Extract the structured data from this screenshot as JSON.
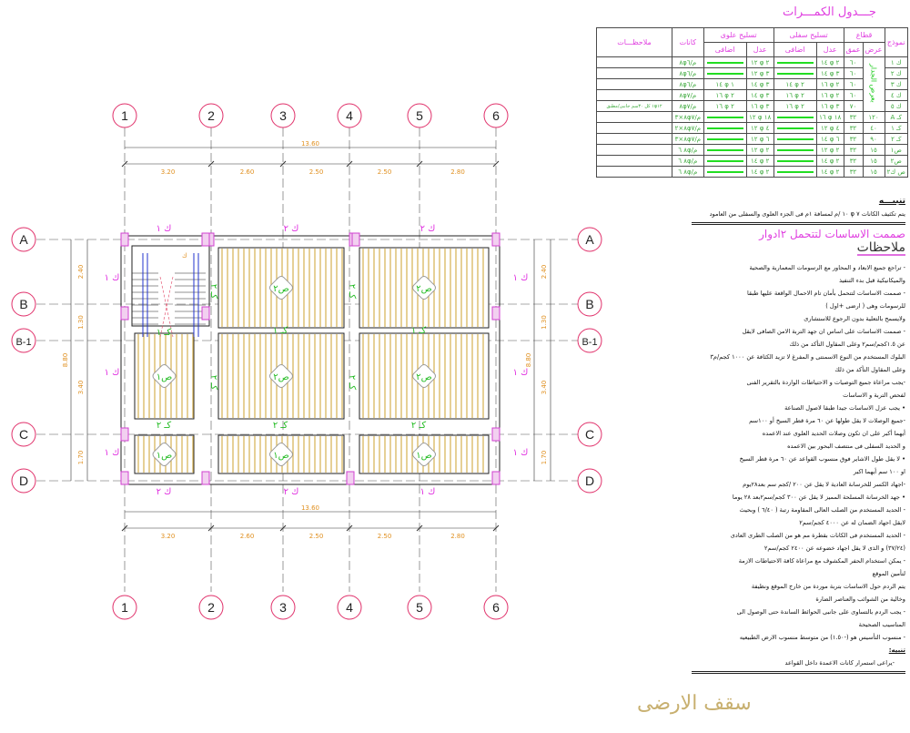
{
  "axes": {
    "columns": [
      "1",
      "2",
      "3",
      "4",
      "5",
      "6"
    ],
    "rows": [
      "A",
      "B",
      "B-1",
      "C",
      "D"
    ]
  },
  "dimensions": {
    "horizontal": [
      "3.20",
      "2.60",
      "2.50",
      "2.50",
      "2.80"
    ],
    "horizontal_total": "13.60",
    "vertical": [
      "2.40",
      "1.30",
      "3.40",
      "1.70"
    ],
    "vertical_total": "8.80"
  },
  "beam_labels": [
    "ك ١",
    "ك ٢",
    "ك ٢",
    "ك ١",
    "ك ١",
    "ك ٢",
    "ك ٢",
    "ك ١",
    "ك ١",
    "ك ١",
    "ك ١",
    "ك ١",
    "كـ ١",
    "كـ ١",
    "كـ ١",
    "كـ ٢",
    "كـ ٢",
    "كـ ٢",
    "كـ ٢",
    "كـ ٢",
    "كـ ٢",
    "كـ ٢"
  ],
  "slab_labels": [
    "ص٢",
    "ص٢",
    "ص١",
    "ص٢",
    "ص٢",
    "ص١",
    "ص١",
    "ص١"
  ],
  "stair_label": "ك",
  "table": {
    "title": "جـــدول الكمـــرات",
    "headers": {
      "model": "نموذج",
      "section": "قطاع",
      "width": "عرض",
      "depth": "عمق",
      "bottom": "تسليح سفلى",
      "top": "تسليح علوى",
      "straight": "عدل",
      "extra": "اضافى",
      "stirrups": "كانات",
      "notes": "ملاحظـــات"
    },
    "wall_width": "بعرض الجدار",
    "rows": [
      {
        "model": "ك ١",
        "width": "",
        "depth": "٦٠",
        "b_str": "٢ φ ١٤",
        "b_ext": "",
        "t_str": "٢ φ ١٢",
        "t_ext": "",
        "stir": "م/٨φ٦",
        "note": ""
      },
      {
        "model": "ك ٢",
        "width": "",
        "depth": "٦٠",
        "b_str": "٣ φ ١٤",
        "b_ext": "",
        "t_str": "٣ φ ١٢",
        "t_ext": "",
        "stir": "م/٨φ٦",
        "note": ""
      },
      {
        "model": "ك ٣",
        "width": "",
        "depth": "٦٠",
        "b_str": "٢ φ ١٦",
        "b_ext": "٢ φ ١٤",
        "t_str": "٣ φ ١٤",
        "t_ext": "١ φ ١٤",
        "stir": "م/٨φ٦",
        "note": ""
      },
      {
        "model": "ك ٤",
        "width": "",
        "depth": "٦٠",
        "b_str": "٢ φ ١٦",
        "b_ext": "٢ φ ١٦",
        "t_str": "٣ φ ١٤",
        "t_ext": "٢ φ ١٦",
        "stir": "م/٨φ٧",
        "note": ""
      },
      {
        "model": "ك ٥",
        "width": "",
        "depth": "٧٠",
        "b_str": "٣ φ ١٦",
        "b_ext": "٢ φ ١٦",
        "t_str": "٣ φ ١٦",
        "t_ext": "٢ φ ١٦",
        "stir": "م/٨φ٧",
        "note": "١φ١٢ كل ٣٠سم جانبى/مطبق"
      },
      {
        "model": "كـ A",
        "width": "١٢٠",
        "depth": "٣٢",
        "b_str": "١٨ φ ١٦",
        "b_ext": "",
        "t_str": "١٨ φ ١٢",
        "t_ext": "",
        "stir": "م/٨φ٧×٣",
        "note": ""
      },
      {
        "model": "كـ ١",
        "width": "٤٠",
        "depth": "٣٢",
        "b_str": "٤ φ ١٢",
        "b_ext": "",
        "t_str": "٤ φ ١٢",
        "t_ext": "",
        "stir": "م/٨φ٧×٢",
        "note": ""
      },
      {
        "model": "كـ ٢",
        "width": "٩٠",
        "depth": "٣٢",
        "b_str": "٦ φ ١٤",
        "b_ext": "",
        "t_str": "٦ φ ١٢",
        "t_ext": "",
        "stir": "م/٨φ٧×٣",
        "note": ""
      },
      {
        "model": "ص١",
        "width": "١٥",
        "depth": "٣٢",
        "b_str": "٢ φ ١٢",
        "b_ext": "",
        "t_str": "٢ φ ١٢",
        "t_ext": "",
        "stir": "م/٨φ ٦",
        "note": ""
      },
      {
        "model": "ص٢",
        "width": "١٥",
        "depth": "٣٢",
        "b_str": "٢ φ ١٤",
        "b_ext": "",
        "t_str": "٢ φ ١٤",
        "t_ext": "",
        "stir": "م/٨φ ٦",
        "note": ""
      },
      {
        "model": "ص ك٢",
        "width": "١٥",
        "depth": "٣٢",
        "b_str": "٢ φ ١٤",
        "b_ext": "",
        "t_str": "٢ φ ١٤",
        "t_ext": "",
        "stir": "م/٨φ ٦",
        "note": ""
      }
    ]
  },
  "notes": {
    "warning_title": "تنبيـــه",
    "warning_text": "يتم تكثيف الكانات ٧ φ ١٠ /م لمسافة ١م فى الجزء العلوى والسفلى من العامود",
    "design_title": "صممت الاساسات لتتحمل ٢ادوار",
    "remarks_title": "ملاحظات",
    "lines": [
      "- تراجع جميع الابعاد و المحاور مع الرسومات المعمارية والصحية",
      "والميكانيكية قبل بدء التنفيذ",
      "- صممت الاساسات لتتحمل بأمان تام الاحمال الواقعة عليها طبقا",
      "للرسومات وهى ( ارضى +اول )",
      "ولايسمح بالتعلية بدون الرجوع للاستشارى",
      "- صممت الاساسات على اساس ان جهد التربة الامن الصافى لايقل",
      "عن ١.٥كجم/سم٢ وعلى المقاول التأكد من ذلك",
      "البلوك المستخدم من النوع الاسمنتى و المفرغ لا تزيد الكثافة عن ١٠٠٠ كجم/م٣",
      "وعلى المقاول التأكد من ذلك",
      "-يجب مراعاة جميع التوصيات و الاحتياطات الواردة بالتقرير الفنى",
      "لفحص التربة و الاساسات",
      "• يجب عزل الاساسات جيدا طبقا لاصول الصناعة",
      "-جميع الوصلات لا يقل طولها عن ٦٠ مرة قطر السيخ أو ١٠٠سم",
      "أيهما أكبر على ان تكون وصلات الحديد العلوى عند الاعمده",
      "و الحديد السفلى فى منتصف البحور بين الاعمده",
      "• لا يقل طول الاشاير فوق منسوب القواعد عن ٦٠ مرة قطر السيخ",
      "او ١٠٠ سم أيهما اكبر",
      "-اجهاد الكسر للخرسانة العادية لا يقل عن ٢٠٠ /كجم سم بعد٢٨يوم",
      "• جهد الخرسانة المسلحة المميز لا يقل عن ٣٠٠ كجم/سم٢بعد ٢٨ يوما",
      "- الحديد المستخدم من الصلب العالى المقاومة رتبة ( ٦/٤٠ ) وبحيث",
      "لايقل اجهاد الضمان له عن ٤٠٠٠ كجم/سم٢",
      "- الحديد المستخدم فى الكانات بقطرة مم هو من الصلب الطرى العادى",
      "(٣٧/٢٤) و الذى لا يقل اجهاد خضوعه عن ٢٤٠٠ كجم/سم٢",
      "- يمكن استخدام الحفر المكشوف مع مراعاة كافة الاحتياطات الازمة",
      "لتأمين الموقع",
      "يتم الردم حول الاساسات بتربة موردة من خارج الموقع ونظيفة",
      "وخالية من الشوائب والعناصر الضارة",
      "- يجب الردم بالتساوى على جانبى الحوائط الساندة حتى الوصول الى",
      "المناسيب الصحيحة",
      "- منسوب التأسيس هو (-١.٥٠) من متوسط منسوب الارض الطبيعيه"
    ],
    "final_title": "تنبيه:",
    "final_text": "-يراعى استمرار كانات الاعمدة داخل القواعد"
  },
  "drawing_title": "سقف الارضى",
  "colors": {
    "axis": "#e0306a",
    "grid": "#555555",
    "dim_text": "#e09020",
    "slab_hatch": "#d4b050",
    "beam_label": "#e030e0",
    "slab_label": "#22bb22",
    "table_border": "#40e0e0"
  }
}
